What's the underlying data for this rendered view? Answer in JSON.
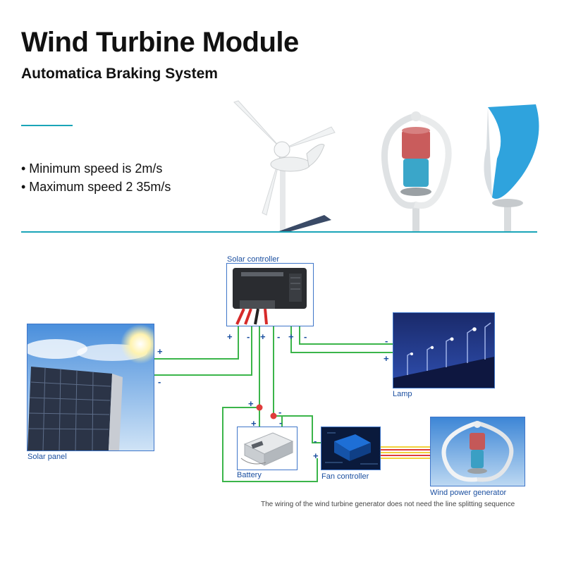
{
  "header": {
    "title": "Wind Turbine Module",
    "subtitle": "Automatica Braking System"
  },
  "specs": {
    "items": [
      "• Minimum speed is 2m/s",
      "• Maximum speed 2 35m/s"
    ]
  },
  "diagram": {
    "solar_controller_label": "Solar controller",
    "lamp_label": "Lamp",
    "solar_panel_label": "Solar panel",
    "battery_label": "Battery",
    "fan_controller_label": "Fan controller",
    "wind_generator_label": "Wind power generator",
    "plus": "+",
    "minus": "-",
    "caption": "The wiring of the wind turbine generator does not need the line splitting sequence"
  },
  "colors": {
    "accent": "#1aa5b8",
    "wire": "#3bb54a",
    "label_blue": "#1b4fa0",
    "ac_red": "#e03c3c",
    "ac_yellow": "#f2d23c"
  }
}
